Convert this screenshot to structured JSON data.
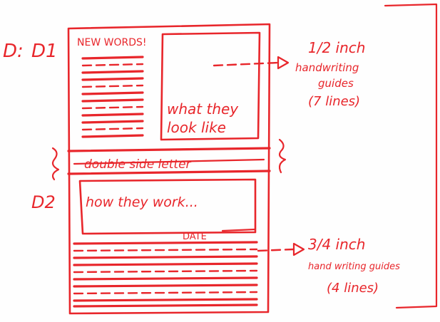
{
  "ink": "#e8262b",
  "labels": {
    "section_d": "D:",
    "section_d1": "D1",
    "section_d2": "D2",
    "new_words": "NEW WORDS!",
    "what_they_look_like_1": "what they",
    "what_they_look_like_2": "look like",
    "double_side_letter": "double side letter",
    "how_they_work": "how they work...",
    "date": "DATE",
    "guide_top_1": "1/2 inch",
    "guide_top_2": "handwriting",
    "guide_top_3": "guides",
    "guide_top_4": "(7 lines)",
    "guide_bottom_1": "3/4 inch",
    "guide_bottom_2": "hand writing guides",
    "guide_bottom_3": "(4 lines)"
  }
}
